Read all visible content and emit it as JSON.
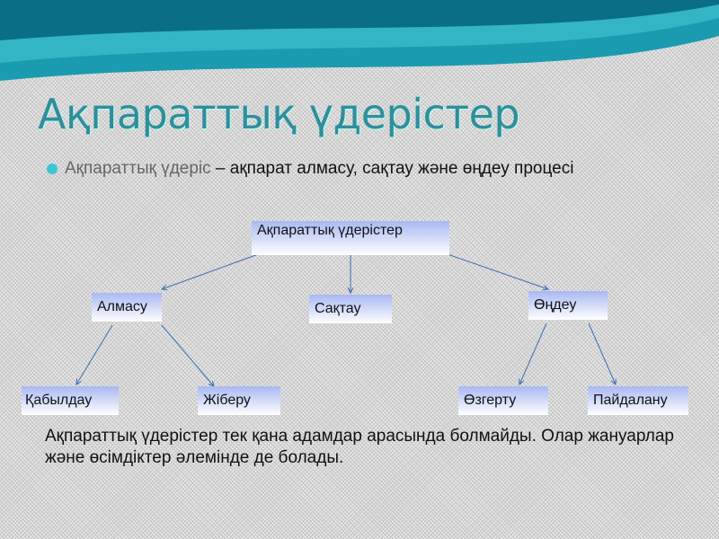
{
  "title": "Ақпараттық үдерістер",
  "definition": {
    "term": "Ақпараттық үдеріс",
    "rest": " – ақпарат алмасу, сақтау және өңдеу процесі"
  },
  "paragraph": "Ақпараттық үдерістер тек қана адамдар арасында болмайды. Олар жануарлар және өсімдіктер әлемінде де болады.",
  "diagram": {
    "root": "Ақпараттық үдерістер",
    "level1": [
      "Алмасу",
      "Сақтау",
      "Өңдеу"
    ],
    "level2": [
      "Қабылдау",
      "Жіберу",
      "Өзгерту",
      "Пайдалану"
    ]
  },
  "colors": {
    "title": "#2f8e9c",
    "accent": "#3cc6d6",
    "box_top": "#a9b8f2"
  }
}
